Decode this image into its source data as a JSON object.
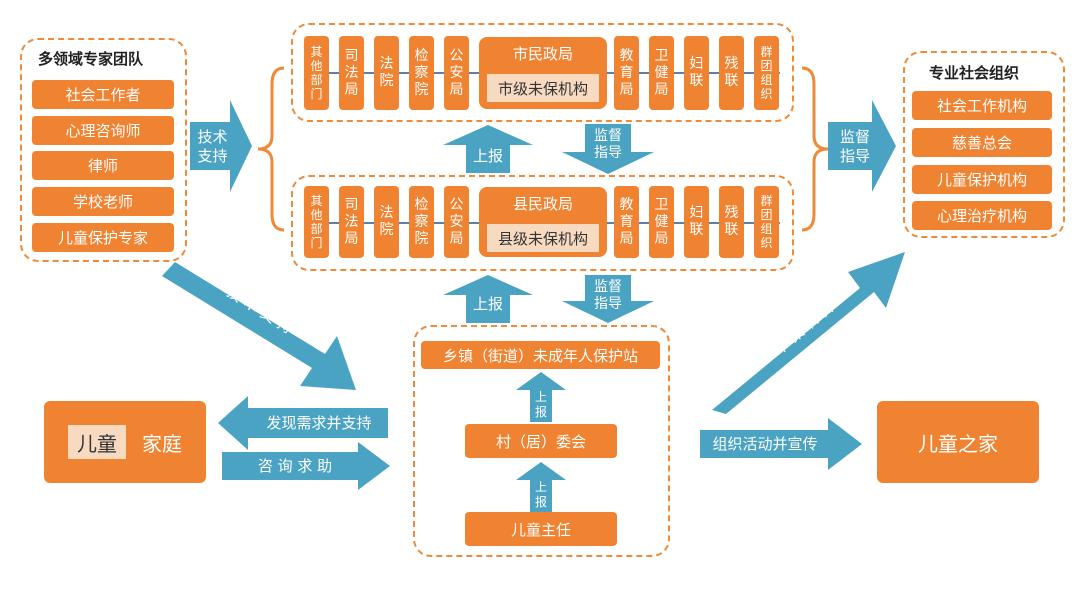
{
  "expert_team": {
    "title": "多领域专家团队",
    "items": [
      "社会工作者",
      "心理咨询师",
      "律师",
      "学校老师",
      "儿童保护专家"
    ]
  },
  "social_orgs": {
    "title": "专业社会组织",
    "items": [
      "社会工作机构",
      "慈善总会",
      "儿童保护机构",
      "心理治疗机构"
    ]
  },
  "city_level": {
    "left": [
      [
        "其",
        "他",
        "部",
        "门"
      ],
      [
        "司",
        "法",
        "局"
      ],
      [
        "法",
        "院"
      ],
      [
        "检",
        "察",
        "院"
      ],
      [
        "公",
        "安",
        "局"
      ]
    ],
    "right": [
      [
        "教",
        "育",
        "局"
      ],
      [
        "卫",
        "健",
        "局"
      ],
      [
        "妇",
        "联"
      ],
      [
        "残",
        "联"
      ],
      [
        "群",
        "团",
        "组",
        "织"
      ]
    ],
    "center_top": "市民政局",
    "center_bottom": "市级未保机构"
  },
  "county_level": {
    "left": [
      [
        "其",
        "他",
        "部",
        "门"
      ],
      [
        "司",
        "法",
        "局"
      ],
      [
        "法",
        "院"
      ],
      [
        "检",
        "察",
        "院"
      ],
      [
        "公",
        "安",
        "局"
      ]
    ],
    "right": [
      [
        "教",
        "育",
        "局"
      ],
      [
        "卫",
        "健",
        "局"
      ],
      [
        "妇",
        "联"
      ],
      [
        "残",
        "联"
      ],
      [
        "群",
        "团",
        "组",
        "织"
      ]
    ],
    "center_top": "县民政局",
    "center_bottom": "县级未保机构"
  },
  "town": {
    "station": "乡镇（街道）未成年人保护站",
    "committee": "村（居）委会",
    "director": "儿童主任",
    "report_small": "上报"
  },
  "arrows": {
    "tech_support_short": [
      "技术",
      "支持"
    ],
    "tech_support_long": "技 术 支 持",
    "report": "上报",
    "supervise": [
      "监督",
      "指导"
    ],
    "supervise_right": [
      "监督",
      "指导"
    ],
    "referral": "个 案 转 介",
    "discover": "发现需求并支持",
    "consult": "咨 询 求 助",
    "organize": "组织活动并宣传"
  },
  "children": {
    "label": "儿童",
    "family": "家庭"
  },
  "child_home": "儿童之家",
  "colors": {
    "orange": "#ef8332",
    "teal": "#4ba3c3",
    "light": "#f7dac0",
    "line": "#5a7fb0"
  }
}
